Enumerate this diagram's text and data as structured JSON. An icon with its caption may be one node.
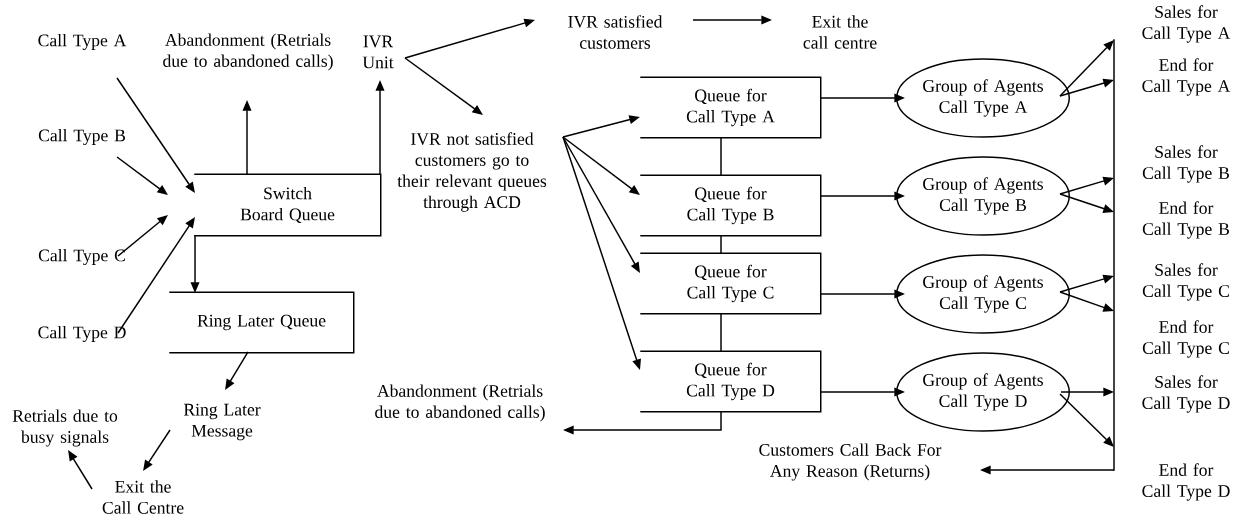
{
  "diagram": {
    "nodes": [
      {
        "text": [
          "Call Type A"
        ]
      },
      {
        "text": [
          "Call Type B"
        ]
      },
      {
        "text": [
          "Call Type C"
        ]
      },
      {
        "text": [
          "Call Type D"
        ]
      },
      {
        "text": [
          "Abandonment (Retrials due to abandoned calls)"
        ]
      },
      {
        "text": [
          "IVR Unit"
        ]
      },
      {
        "text": [
          "Switch Board Queue"
        ]
      },
      {
        "text": [
          "Ring Later Queue"
        ]
      },
      {
        "text": [
          "Ring Later Message"
        ]
      },
      {
        "text": [
          "Retrials due to busy signals"
        ]
      },
      {
        "text": [
          "Exit the Call Centre"
        ]
      },
      {
        "text": [
          "IVR satisfied customers"
        ]
      },
      {
        "text": [
          "Exit the call centre"
        ]
      },
      {
        "text": [
          "IVR not satisfied customers go to their relevant queues through ACD"
        ]
      },
      {
        "text": [
          "Queue for Call Type A"
        ]
      },
      {
        "text": [
          "Queue for Call Type B"
        ]
      },
      {
        "text": [
          "Queue for Call Type C"
        ]
      },
      {
        "text": [
          "Queue for Call Type D"
        ]
      },
      {
        "text": [
          "Abandonment (Retrials due to abandoned calls)"
        ]
      },
      {
        "text": [
          "Group of Agents Call Type A"
        ]
      },
      {
        "text": [
          "Group of Agents Call Type B"
        ]
      },
      {
        "text": [
          "Group of Agents Call Type C"
        ]
      },
      {
        "text": [
          "Group of Agents Call Type D"
        ]
      },
      {
        "text": [],
        "shape": "bar"
      },
      {
        "text": [
          "Customers Call Back For Any Reason (Returns)"
        ]
      }
    ],
    "edges": [
      {
        "from": 0,
        "to": 6,
        "arrow": "to"
      },
      {
        "from": 1,
        "to": 6,
        "arrow": "to"
      },
      {
        "from": 2,
        "to": 6,
        "arrow": "to"
      },
      {
        "from": 3,
        "to": 6,
        "arrow": "to"
      },
      {
        "from": 6,
        "to": 4,
        "arrow": "to"
      },
      {
        "from": 6,
        "to": 5,
        "arrow": "to"
      },
      {
        "from": 6,
        "to": 7,
        "arrow": "to"
      },
      {
        "from": 7,
        "to": 8,
        "arrow": "to"
      },
      {
        "from": 8,
        "to": 10,
        "arrow": "to"
      },
      {
        "from": 10,
        "to": 9,
        "arrow": "to"
      },
      {
        "from": 5,
        "to": 11,
        "arrow": "to"
      },
      {
        "from": 5,
        "to": 13,
        "arrow": "to"
      },
      {
        "from": 11,
        "to": 12,
        "arrow": "to"
      },
      {
        "from": 13,
        "to": 14,
        "arrow": "to"
      },
      {
        "from": 13,
        "to": 15,
        "arrow": "to"
      },
      {
        "from": 13,
        "to": 16,
        "arrow": "to"
      },
      {
        "from": 13,
        "to": 17,
        "arrow": "to"
      },
      {
        "from": 14,
        "to": 15,
        "arrow": "none"
      },
      {
        "from": 15,
        "to": 16,
        "arrow": "none"
      },
      {
        "from": 16,
        "to": 17,
        "arrow": "none"
      },
      {
        "from": 17,
        "to": 18,
        "arrow": "to"
      },
      {
        "from": 14,
        "to": 19,
        "arrow": "to"
      },
      {
        "from": 15,
        "to": 20,
        "arrow": "to"
      },
      {
        "from": 16,
        "to": 21,
        "arrow": "to"
      },
      {
        "from": 17,
        "to": 22,
        "arrow": "to"
      },
      {
        "from": 19,
        "to": 23,
        "arrow": "to"
      },
      {
        "from": 19,
        "to": 23,
        "arrow": "to"
      },
      {
        "from": 20,
        "to": 23,
        "arrow": "to"
      },
      {
        "from": 20,
        "to": 23,
        "arrow": "to"
      },
      {
        "from": 21,
        "to": 23,
        "arrow": "to"
      },
      {
        "from": 21,
        "to": 23,
        "arrow": "to"
      },
      {
        "from": 22,
        "to": 23,
        "arrow": "to"
      },
      {
        "from": 22,
        "to": 23,
        "arrow": "to"
      },
      {
        "from": 23,
        "to": 24,
        "arrow": "to"
      }
    ],
    "labels": [
      "Sales for Call Type A",
      "End for Call Type A",
      "Sales for Call Type B",
      "End for Call Type B",
      "Sales for Call Type C",
      "End for Call Type C",
      "Sales for Call Type D",
      "End for Call Type D"
    ]
  }
}
